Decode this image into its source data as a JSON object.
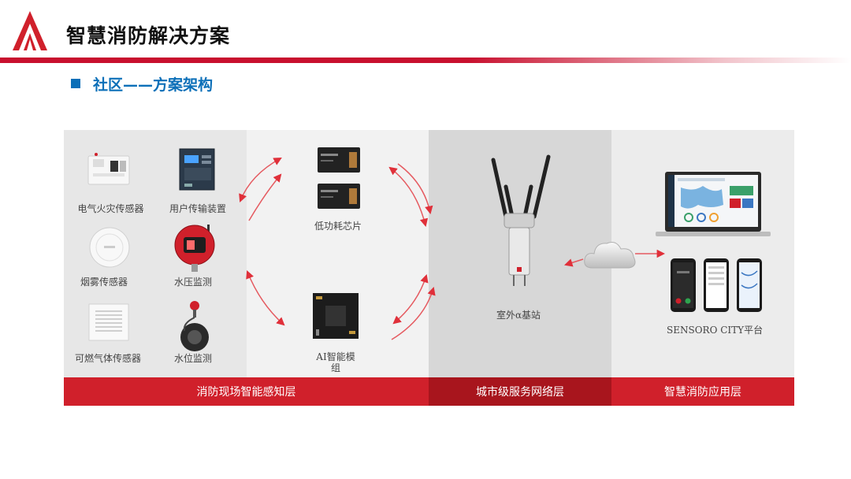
{
  "header": {
    "title": "智慧消防解决方案"
  },
  "section": {
    "title": "社区——方案架构"
  },
  "sensing": {
    "devices": [
      "电气火灾传感器",
      "用户传输装置",
      "烟雾传感器",
      "水压监测",
      "可燃气体传感器",
      "水位监测"
    ]
  },
  "edge": {
    "chip_label": "低功耗芯片",
    "ai_label_line1": "AI智能模",
    "ai_label_line2": "组"
  },
  "network": {
    "station_label": "室外α基站"
  },
  "platform": {
    "label": "SENSORO CITY平台"
  },
  "bands": {
    "sensing": "消防现场智能感知层",
    "network": "城市级服务网络层",
    "app": "智慧消防应用层"
  },
  "colors": {
    "brand_red": "#d0202b",
    "dark_red": "#a8151d",
    "section_blue": "#0b6fb8"
  },
  "icons": [
    "logo-icon",
    "cloud-icon",
    "arrow-icon"
  ]
}
